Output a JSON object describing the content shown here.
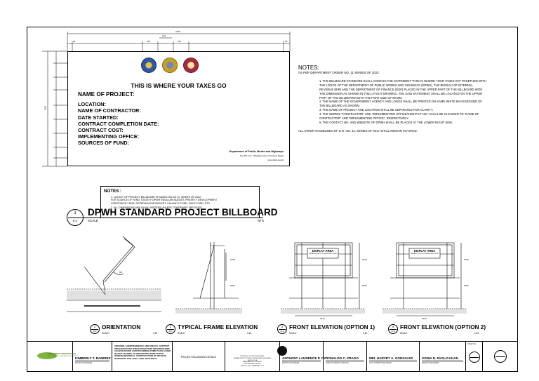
{
  "billboard": {
    "width_dim": "2440",
    "width_sub_dims": [
      "60",
      "210",
      "210",
      "210",
      "60"
    ],
    "logo_gap": "210",
    "height_dim": "1220",
    "slogan": "THIS IS WHERE YOUR TAXES GO",
    "fields": [
      "NAME OF PROJECT:",
      "LOCATION:",
      "NAME OF CONTRACTOR:",
      "DATE STARTED:",
      "CONTRACT COMPLETION DATE:",
      "CONTRACT COST:",
      "IMPLEMENTING OFFICE:",
      "SOURCES OF FUND:"
    ],
    "agency": "Department of Public Works and Highways",
    "address": "Tel. 304-xxxx; 1 Bonifacio Drive, Port Area, Manila",
    "website": "www.dpwh.gov.ph",
    "logos": [
      {
        "name": "DPWH seal",
        "color": "#2b5aa8"
      },
      {
        "name": "Bureau of Internal Revenue seal",
        "color": "#c4a024"
      },
      {
        "name": "Department of Finance seal",
        "color": "#a62a3a"
      }
    ]
  },
  "notes_right": {
    "heading": "NOTES:",
    "subheading": "AS PER DEPARTMENT ORDER NO. 11 SERIES OF 2022:",
    "items": [
      "1. THE BILLBOARD STANDARD SHALL CONTAIN THE STATEMENT \"THIS IS WHERE YOUR TAXES GO\" TOGETHER WITH",
      "THE LOGOS OF THE DEPARTMENT OF PUBLIC WORKS AND HIGHWAYS (DPWH), THE BUREAU OF INTERNAL",
      "REVENUE (BIR) AND THE DEPARTMENT OF FINANCE (DOF) PLACED IN THE UPPER PART OF THE BILLBOARD WITH",
      "THE DIMENSION AS SHOWN IN THE LAYOUT DRAWING. THE SAID STATEMENT SHALL BE LOCATED ON THE UPPER",
      "PART OF THE BILLBOARD WITH THE FONT SIZE OF 60 MM.",
      "2. THE NAME OF THE GOVERNMENT AGENCY AND LOGOS SHALL BE PRINTED ON SAME WHITE BACKGROUND OF",
      "THE BILLBOARD AS SHOWN.",
      "3. THE NAME OF PROJECT AND LOCATION SHALL BE SEPARATED FOR CLARITY.",
      "4. THE WORDS \"CONTRACTOR\" AND \"IMPLEMENTING OFFICE/CONTACT NO.\" SHALL BE CHANGED TO \"NAME OF",
      "CONTRACTOR\" AND \"IMPLEMENTING OFFICE\", RESPECTIVELY.",
      "5. THE CONTACT NO. AND WEBSITE OF DPWH SHALL BE PLACED AT THE LOWER RIGHT SIDE."
    ],
    "final": "ALL OTHER GUIDELINES OF D.O. NO. 31, SERIES OF 2017 SHALL REMAIN IN FORCE."
  },
  "notes_box": {
    "heading": "NOTES :",
    "items": [
      "1. LAYOUT OF PROJECT BILLBOARD IS BASED ON DO 11, SERIES OF 2022.",
      "FOR SOURCE OF FUND, STATE IF DPWH REGULAR BUDGET, PRIORITY DEVELOPMENT",
      "ASSISTANCE FUND, DEPED/DA/DAR BUDGET, CALAMITY FUND, MULE FUND, ETC.",
      "2. ALL DIMENSIONS ARE IN MILLIMETERS UNLESS OTHERWISE SPECIFIED."
    ]
  },
  "main_view": {
    "number": "1",
    "sheet": "R-0",
    "title": "DPWH STANDARD PROJECT BILLBOARD",
    "scale_label": "SCALE",
    "scale_value": "NTS"
  },
  "views": [
    {
      "number": "2",
      "sheet": "R-0",
      "title": "ORIENTATION",
      "scale_label": "SCALE",
      "scale_value": "1:40",
      "angle": "60°"
    },
    {
      "number": "3",
      "sheet": "R-0",
      "title": "TYPICAL FRAME ELEVATION",
      "scale_label": "SCALE",
      "scale_value": "1:40"
    },
    {
      "number": "4",
      "sheet": "R-0",
      "title": "FRONT ELEVATION (OPTION 1)",
      "scale_label": "SCALE",
      "scale_value": "1:40",
      "panel_label": "DISPLAY AREA",
      "panel_sub": "TARPAULIN (2440 x 1220) AS SHOWN IN PLAN",
      "width_dim": "2440"
    },
    {
      "number": "5",
      "sheet": "R-0",
      "title": "FRONT ELEVATION (OPTION 2)",
      "scale_label": "SCALE",
      "scale_value": "1:40",
      "panel_label": "DISPLAY AREA",
      "panel_sub": "TARPAULIN (2440 x 1220) AS SHOWN IN PLAN",
      "width_dim": "2440"
    }
  ],
  "frame_dims": [
    "1220",
    "1500",
    "1220",
    "1500"
  ],
  "title_block": {
    "company_lines": [
      "PHEB-MANOR CONSTRUCTION",
      "AND GENERAL CONSTRUCTION SUPPLY"
    ],
    "project_desc": "UNIFORM, COMPREHENSIVE AND SPECIAL SUPPORT PROGRAM BASIC INFRASTRUCTURE PROGRAM (BIP) - ACCESS ROADS ACROSS BRIDGE (TIME PLUS) ALONG ROADS LEADING TO INFRASTRUCTURE PUBLIC WORKS/HOSPITALS, CONSTRUCTION OF ROAD IN BARANGAY SAN LUIS, LOBO, BATANGAS",
    "sheet_content": "PROJECT BILLBOARD DETAILS",
    "agency_lines": [
      "REPUBLIC OF THE PHILIPPINES",
      "DEPARTMENT OF PUBLIC WORKS AND HIGHWAYS",
      "REGION IV-A",
      "BATANGAS 2ND DISTRICT",
      "ENGINEERING OFFICE",
      "CAPITOL SITE, BATANGAS CITY"
    ],
    "signatories": [
      {
        "name": "KIMBERLY T. RAMIREZ",
        "role": "PROJECT ENGINEER"
      },
      {
        "name": "ANTHONY LAURENCE P. OY",
        "role": "DISTRICT ENGINEER"
      },
      {
        "name": "RONALDO C. FRAGO",
        "role": "CHIEF, PLANNING & DESIGN"
      },
      {
        "name": "MEL HARVEY A. GONZALES",
        "role": "ASST. DISTRICT ENGINEER"
      },
      {
        "name": "SONIA D. PAGLICAUAN",
        "role": "DISTRICT ENGINEER"
      }
    ],
    "sheet_label": "SHEET NO."
  }
}
